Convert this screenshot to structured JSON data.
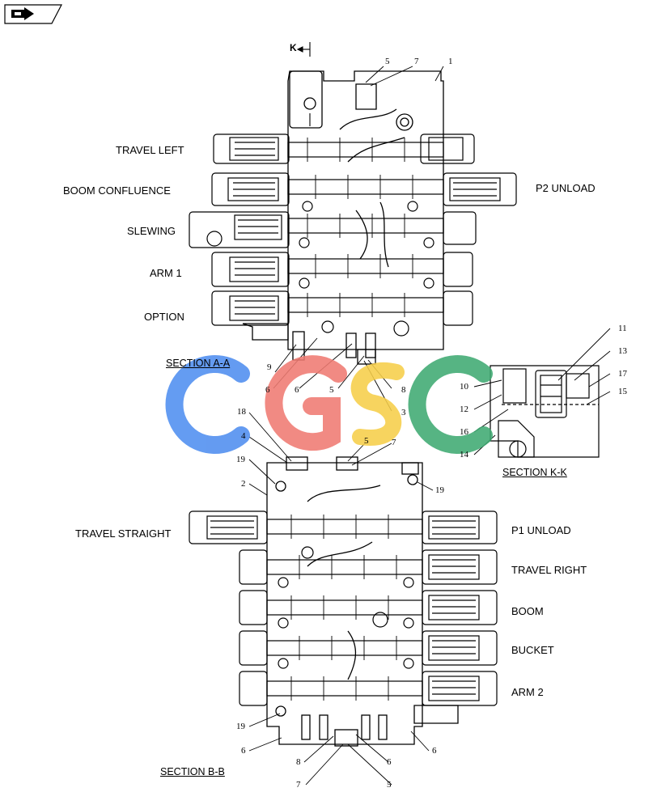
{
  "labels": {
    "top": [
      "TRAVEL LEFT",
      "BOOM CONFLUENCE",
      "P2 UNLOAD",
      "SLEWING",
      "ARM 1",
      "OPTION"
    ],
    "bottom": [
      "TRAVEL STRAIGHT",
      "P1 UNLOAD",
      "TRAVEL RIGHT",
      "BOOM",
      "BUCKET",
      "ARM 2"
    ]
  },
  "sections": {
    "aa": "SECTION  A-A",
    "kk": "SECTION  K-K",
    "bb": "SECTION  B-B"
  },
  "section_marker": "K",
  "callouts_top": [
    "5",
    "7",
    "1",
    "9",
    "6",
    "6",
    "5",
    "8",
    "3"
  ],
  "callouts_kk": [
    "11",
    "13",
    "17",
    "15",
    "10",
    "12",
    "16",
    "14"
  ],
  "callouts_bottom": [
    "18",
    "4",
    "5",
    "7",
    "19",
    "2",
    "19",
    "19",
    "6",
    "8",
    "7",
    "6",
    "5",
    "6"
  ],
  "watermark": {
    "text": "CGSC",
    "colors": [
      "#4f8ef0",
      "#f07b72",
      "#f7cf4a",
      "#3faa72"
    ]
  },
  "icon": "arrow-right-icon"
}
